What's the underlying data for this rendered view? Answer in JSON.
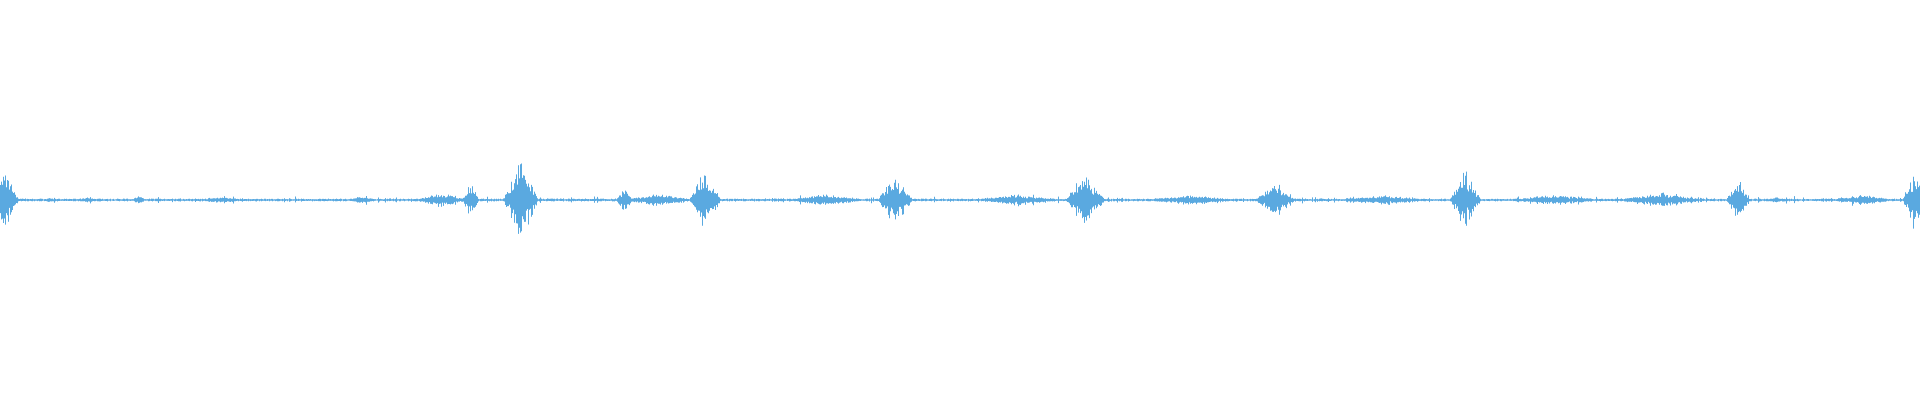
{
  "waveform": {
    "color": "#5aa9e0",
    "background": "#ffffff",
    "description_free": true,
    "baseline_level": 0.5,
    "duration_fraction_bursts": [
      {
        "t": 0.003,
        "amp": 0.09,
        "width": 0.006
      },
      {
        "t": 0.045,
        "amp": 0.006,
        "width": 0.004
      },
      {
        "t": 0.072,
        "amp": 0.008,
        "width": 0.003
      },
      {
        "t": 0.115,
        "amp": 0.005,
        "width": 0.01
      },
      {
        "t": 0.188,
        "amp": 0.008,
        "width": 0.006
      },
      {
        "t": 0.23,
        "amp": 0.018,
        "width": 0.012
      },
      {
        "t": 0.245,
        "amp": 0.05,
        "width": 0.004
      },
      {
        "t": 0.271,
        "amp": 0.12,
        "width": 0.009
      },
      {
        "t": 0.325,
        "amp": 0.03,
        "width": 0.004
      },
      {
        "t": 0.343,
        "amp": 0.016,
        "width": 0.016
      },
      {
        "t": 0.367,
        "amp": 0.085,
        "width": 0.008
      },
      {
        "t": 0.43,
        "amp": 0.014,
        "width": 0.018
      },
      {
        "t": 0.466,
        "amp": 0.07,
        "width": 0.009
      },
      {
        "t": 0.53,
        "amp": 0.012,
        "width": 0.02
      },
      {
        "t": 0.565,
        "amp": 0.08,
        "width": 0.01
      },
      {
        "t": 0.62,
        "amp": 0.01,
        "width": 0.02
      },
      {
        "t": 0.664,
        "amp": 0.045,
        "width": 0.01
      },
      {
        "t": 0.72,
        "amp": 0.01,
        "width": 0.02
      },
      {
        "t": 0.763,
        "amp": 0.08,
        "width": 0.008
      },
      {
        "t": 0.81,
        "amp": 0.012,
        "width": 0.02
      },
      {
        "t": 0.865,
        "amp": 0.016,
        "width": 0.02
      },
      {
        "t": 0.905,
        "amp": 0.055,
        "width": 0.006
      },
      {
        "t": 0.925,
        "amp": 0.006,
        "width": 0.003
      },
      {
        "t": 0.97,
        "amp": 0.012,
        "width": 0.014
      },
      {
        "t": 0.997,
        "amp": 0.085,
        "width": 0.006
      }
    ]
  }
}
